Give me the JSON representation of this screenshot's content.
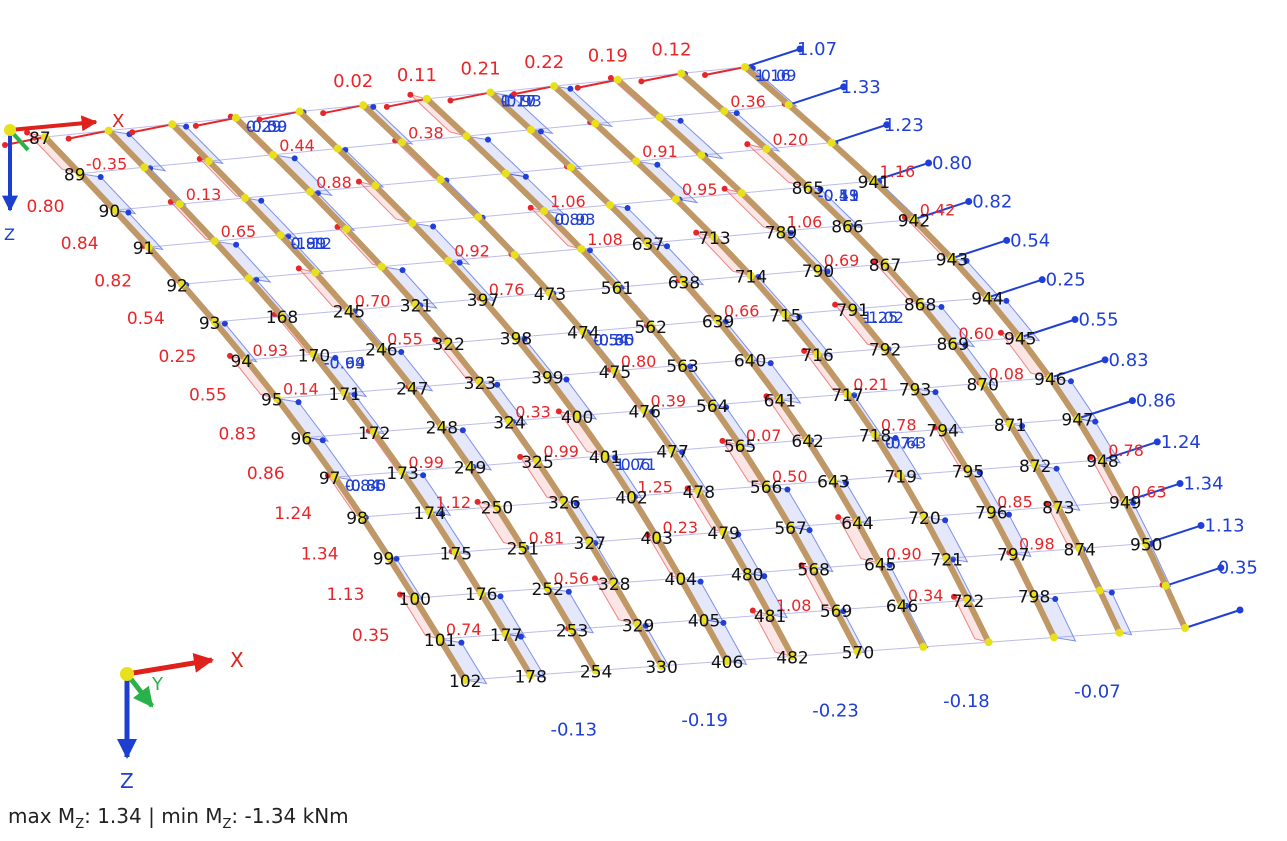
{
  "axes_labels": {
    "x": "X",
    "y": "Y",
    "z": "Z"
  },
  "colors": {
    "positive": "#e8262a",
    "negative": "#1f3fd6",
    "member": "#c09866",
    "node": "#e8e01a",
    "node_label": "#111111",
    "axis_x": "#e0201a",
    "axis_y": "#29b14a",
    "axis_z": "#1d3fd0"
  },
  "footer": {
    "max_label": "max M",
    "max_sub": "Z",
    "max_value": ": 1.34",
    "sep": " | ",
    "min_label": "min M",
    "min_sub": "Z",
    "min_value": ": -1.34 kNm"
  },
  "left_edge_values": [
    "0.80",
    "0.84",
    "0.82",
    "0.54",
    "0.25",
    "0.55",
    "0.83",
    "0.86",
    "1.24",
    "1.34",
    "1.13",
    "0.35"
  ],
  "right_edge_values": [
    "1.07",
    "1.33",
    "1.23",
    "-0.80",
    "-0.82",
    "-0.54",
    "-0.25",
    "-0.55",
    "-0.83",
    "-0.86",
    "-1.24",
    "-1.34",
    "-1.13",
    "0.35"
  ],
  "top_edge_values": [
    "0.02",
    "0.11",
    "0.21",
    "0.22",
    "0.19",
    "0.12"
  ],
  "bottom_edge_values": [
    "-0.13",
    "-0.19",
    "-0.23",
    "-0.18",
    "-0.07"
  ],
  "inner_values_positive": [
    "-0.35",
    "0.39",
    "0.20",
    "0.99",
    "0.95",
    "1.12",
    "1.08",
    "0.63",
    "0.76",
    "0.98",
    "0.55",
    "0.34",
    "0.14",
    "0.38",
    "0.08",
    "0.88",
    "0.78",
    "0.65",
    "0.50",
    "0.42",
    "0.23",
    "0.69",
    "0.56",
    "0.66",
    "0.74",
    "0.80",
    "0.36",
    "0.33",
    "0.91",
    "0.99",
    "1.06",
    "0.78",
    "0.92",
    "0.85",
    "0.70",
    "0.90",
    "0.93",
    "1.08",
    "0.60",
    "0.44",
    "0.21",
    "0.13",
    "0.07",
    "1.16",
    "1.25",
    "1.06",
    "0.81"
  ],
  "inner_values_negative": [
    "-0.09",
    "-0.11",
    "-0.60",
    "-0.85",
    "-0.93",
    "-1.12",
    "-1.02",
    "-0.71",
    "-0.09",
    "-0.93",
    "-0.64",
    "-0.63",
    "-0.50",
    "-0.59",
    "-0.35",
    "-0.80",
    "1.10",
    "0.99",
    "1.25",
    "1.06",
    "1.16",
    "0.80",
    "-0.99",
    "0.74",
    "0.29",
    "-0.43",
    "0.54",
    "0.84",
    "0.77",
    "0.81"
  ],
  "node_labels": [
    [
      "87",
      "89",
      "90",
      "91",
      "92",
      "93",
      "94",
      "95",
      "96",
      "97",
      "98",
      "99",
      "100",
      "101",
      "102"
    ],
    [
      "",
      "",
      "",
      "",
      "",
      "168",
      "170",
      "171",
      "172",
      "173",
      "174",
      "175",
      "176",
      "177",
      "178"
    ],
    [
      "",
      "",
      "",
      "",
      "",
      "245",
      "246",
      "247",
      "248",
      "249",
      "250",
      "251",
      "252",
      "253",
      "254"
    ],
    [
      "",
      "",
      "",
      "",
      "",
      "321",
      "322",
      "323",
      "324",
      "325",
      "326",
      "327",
      "328",
      "329",
      "330"
    ],
    [
      "",
      "",
      "",
      "",
      "",
      "397",
      "398",
      "399",
      "400",
      "401",
      "402",
      "403",
      "404",
      "405",
      "406"
    ],
    [
      "",
      "",
      "",
      "",
      "",
      "473",
      "474",
      "475",
      "476",
      "477",
      "478",
      "479",
      "480",
      "481",
      "482"
    ],
    [
      "",
      "",
      "",
      "",
      "",
      "561",
      "562",
      "563",
      "564",
      "565",
      "566",
      "567",
      "568",
      "569",
      "570"
    ],
    [
      "",
      "",
      "",
      "",
      "637",
      "638",
      "639",
      "640",
      "641",
      "642",
      "643",
      "644",
      "645",
      "646",
      ""
    ],
    [
      "",
      "",
      "",
      "",
      "713",
      "714",
      "715",
      "716",
      "717",
      "718",
      "719",
      "720",
      "721",
      "722",
      ""
    ],
    [
      "",
      "",
      "",
      "",
      "789",
      "790",
      "791",
      "792",
      "793",
      "794",
      "795",
      "796",
      "797",
      "798",
      ""
    ],
    [
      "",
      "",
      "",
      "865",
      "866",
      "867",
      "868",
      "869",
      "870",
      "871",
      "872",
      "873",
      "874",
      "",
      ""
    ],
    [
      "",
      "",
      "",
      "941",
      "942",
      "943",
      "944",
      "945",
      "946",
      "947",
      "948",
      "949",
      "950",
      "",
      ""
    ]
  ]
}
